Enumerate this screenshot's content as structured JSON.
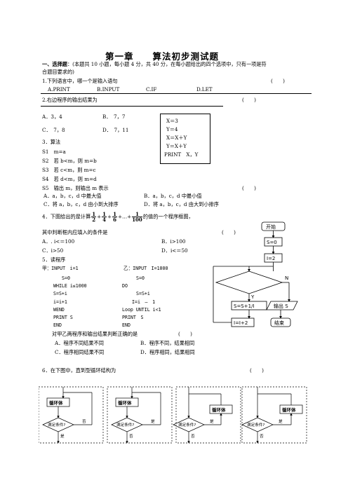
{
  "title": "第一章　　算法初步测试题",
  "section1": {
    "heading": "一、选择题",
    "instruction_a": "：(本题共 10 小题，每小题 4 分，共 40 分，在每小题给出的四个选项中，只有一项是符",
    "instruction_b": "合题目要求的)"
  },
  "q1": {
    "text": "1.下列语言中，哪一个是输入语句",
    "paren": "(　　)",
    "options": [
      "A.PRINT",
      "B.INPUT",
      "C.IF",
      "D.LET"
    ]
  },
  "q2": {
    "text": "2.右边程序的输出结果为",
    "paren": "(　　)",
    "options": [
      "A．3，4",
      "B．　7，7",
      "C．　7，8",
      "D．　7，11"
    ],
    "program": [
      "X＝3",
      "Y＝4",
      "X＝X＋Y",
      "Y＝X＋Y",
      "PRINT　X，Y"
    ]
  },
  "q3": {
    "intro": "3．算法",
    "steps": [
      "S1　m=a",
      "S2　若 b<m，则 m=b",
      "S3　若 c<m，则 m=c",
      "S4　若 d<m，则 m=d",
      "S5　输出 m，则输出 m 表示"
    ],
    "paren": "(　　)",
    "options_a": [
      "A．a，b，c，d 中最大值",
      "B．a，b，c，d 中最小值"
    ],
    "options_b": [
      "C．将 a，b，c，d 由小到大排序",
      "D．将 a，b，c，d 由大到小排序"
    ]
  },
  "q4": {
    "prefix": "4．下图给出的是计算",
    "fr1_n": "1",
    "fr1_d": "2",
    "fr2_n": "1",
    "fr2_d": "4",
    "fr3_n": "1",
    "fr3_d": "6",
    "fr4_n": "1",
    "fr4_d": "100",
    "plus": "+",
    "dots": "+…+",
    "suffix": "的值的一个程序框图，",
    "line2": "其中判断框内应填入的条件是",
    "paren": "(　　)",
    "options": [
      "A．. i<＝100",
      "B．i>100",
      "C．i>50",
      "D．i<＝50"
    ]
  },
  "q5": {
    "intro": "5．读程序",
    "left_label": "甲：INPUT　i=1",
    "right_label": "乙：INPUT　I=1000",
    "left": [
      "S=0",
      "WHILE i≤1000",
      "S=S+i",
      "i=i+1",
      "WEND",
      "PRINT S",
      "END"
    ],
    "right": [
      "S=0",
      "DO",
      "S=S+i",
      "I=i　—　1",
      "Loop UNTIL i<1",
      "PRINT　S",
      "END"
    ],
    "question": "对甲乙两程序和输出结果判断正确的是",
    "paren": "(　　)",
    "options_a": [
      "A．程序不同结果不同",
      "B．程序不同，结果相同"
    ],
    "options_b": [
      "C．程序相同结果不同",
      "D．程序相同，结果相同"
    ]
  },
  "flowchart": {
    "start": "开始",
    "init_s": "S=0",
    "init_i": "I=2",
    "no": "N",
    "yes": "Y",
    "body": "S=S+1/I",
    "output": "输出 S",
    "inc": "I=I+2",
    "end": "结束"
  },
  "q6": {
    "text": "6．在下图中，直到型循环结构为",
    "paren": "(　　)",
    "loop_label": "循环体",
    "cond_label": "满足条件?",
    "yes": "是",
    "no": "否"
  }
}
